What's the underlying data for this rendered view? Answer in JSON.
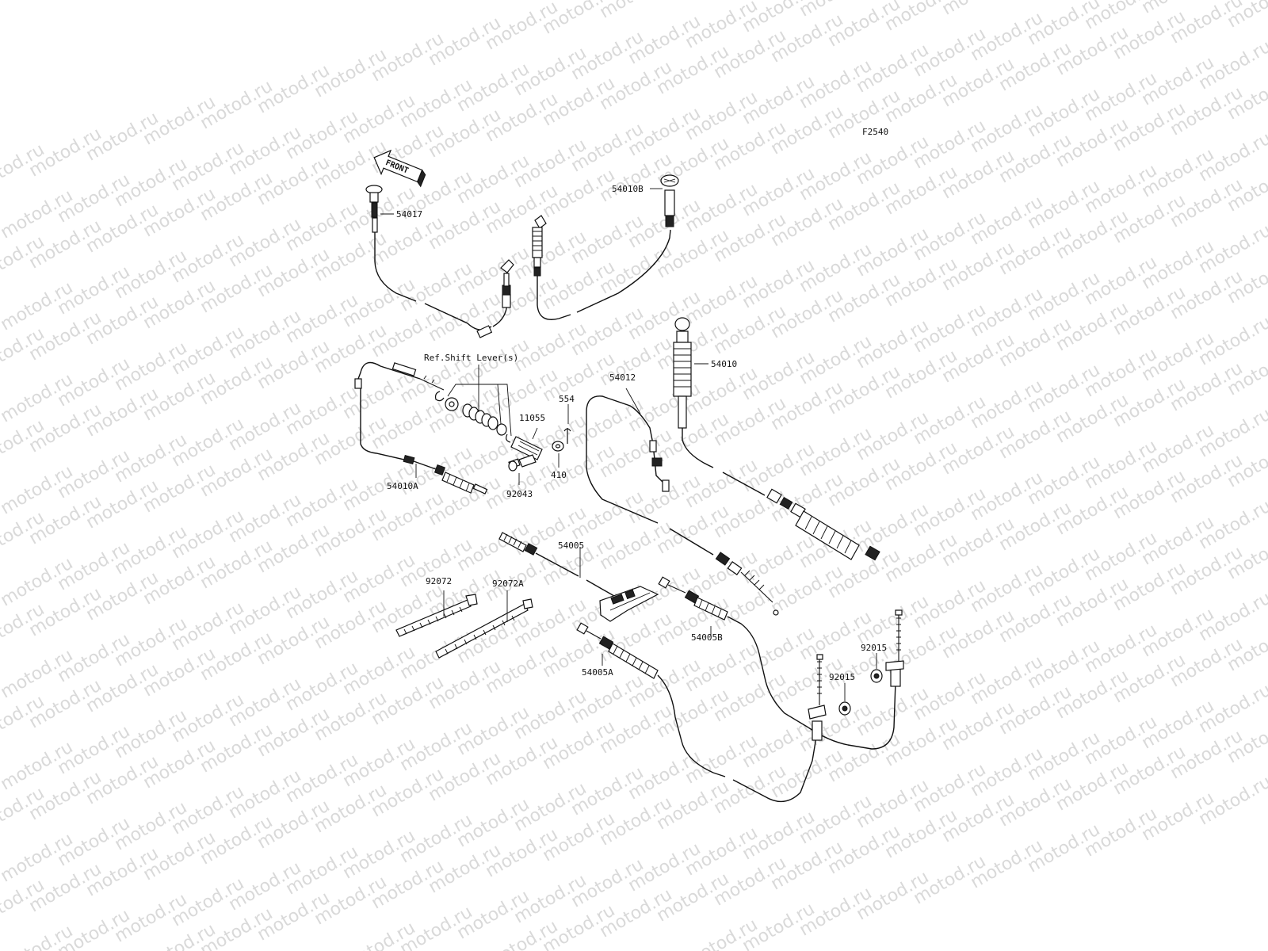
{
  "watermark": "motod.ru",
  "figure_code": "F2540",
  "front_label": "FRONT",
  "ref_label": "Ref.Shift Lever(s)",
  "parts": {
    "p54017": "54017",
    "p54010B": "54010B",
    "p54010": "54010",
    "p54012": "54012",
    "p554": "554",
    "p11055": "11055",
    "p410": "410",
    "p92043": "92043",
    "p54010A": "54010A",
    "p54005": "54005",
    "p54005B": "54005B",
    "p54005A": "54005A",
    "p92072": "92072",
    "p92072A": "92072A",
    "p92015a": "92015",
    "p92015b": "92015"
  }
}
